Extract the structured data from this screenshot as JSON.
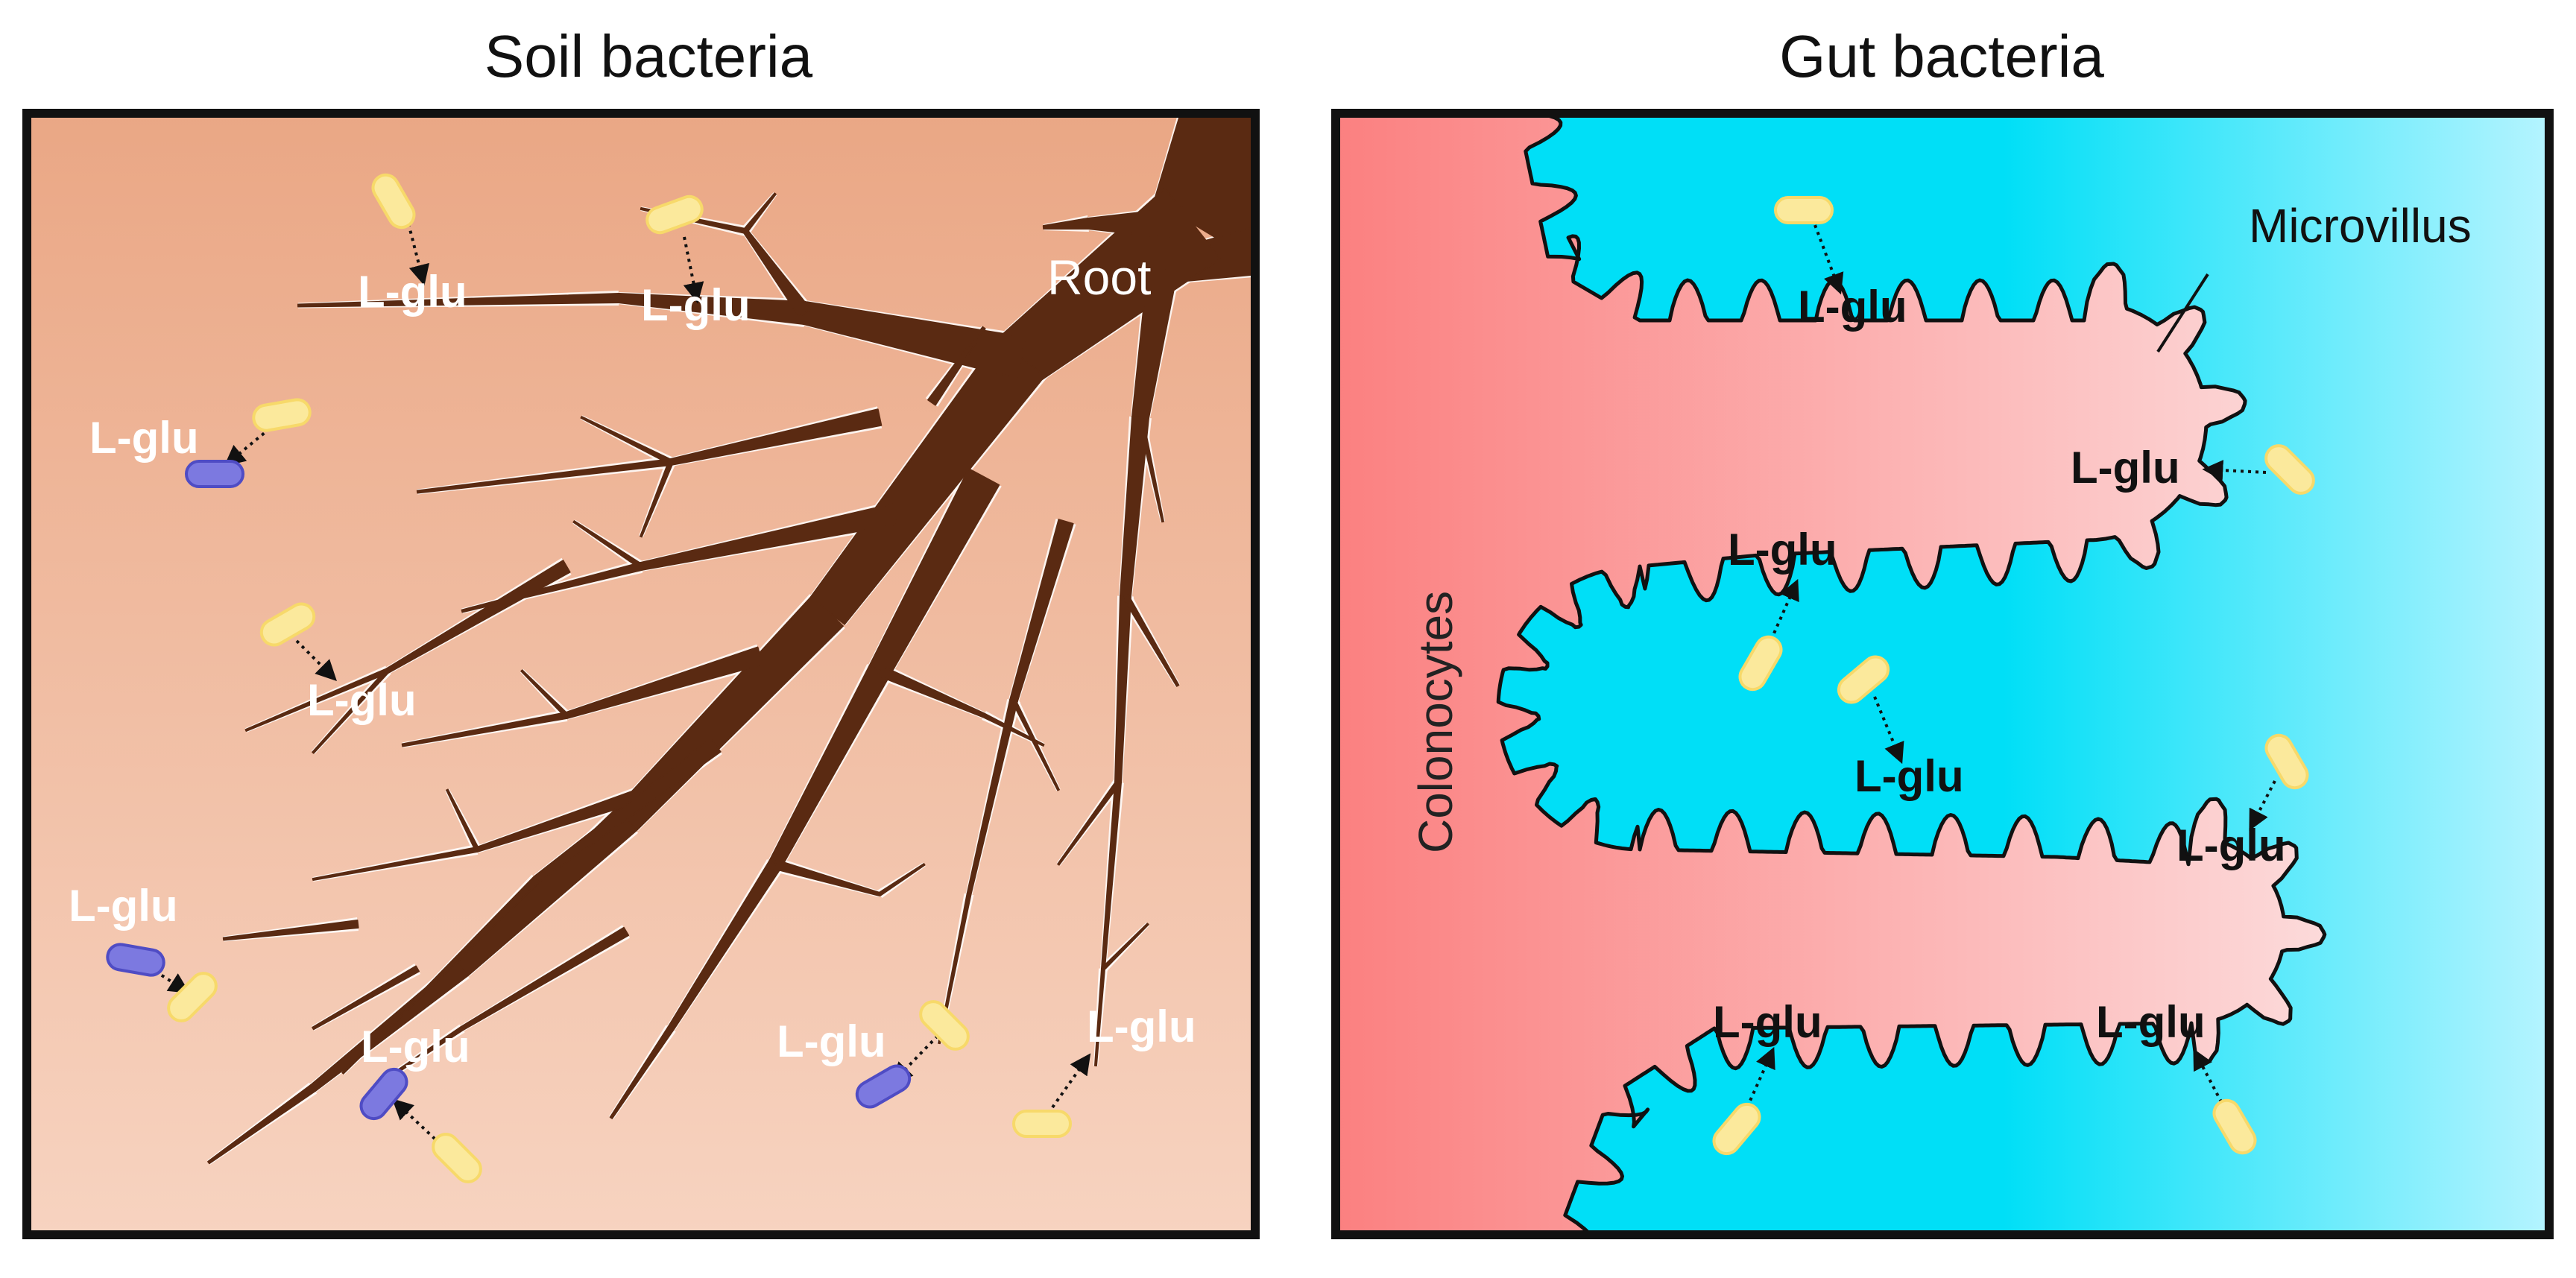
{
  "panels": {
    "soil": {
      "title": "Soil bacteria",
      "root_label": "Root"
    },
    "gut": {
      "title": "Gut bacteria",
      "microvillus_label": "Microvillus",
      "colonocytes_label": "Colonocytes"
    }
  },
  "metabolite_label": "L-glu",
  "colors": {
    "soil_top": "#eaa785",
    "soil_bottom": "#f7d3c0",
    "root": "#5a2a12",
    "root_edge": "#ffffff",
    "gut_red": "#fb8080",
    "gut_pink": "#fcdada",
    "lumen_cyan": "#00dff7",
    "lumen_light": "#b5f4ff",
    "bacterium_yellow": "#fbe99c",
    "bacterium_yellow_edge": "#f7d96a",
    "bacterium_purple": "#7c79e0",
    "bacterium_purple_edge": "#4f4cc4",
    "frame": "#111111"
  }
}
